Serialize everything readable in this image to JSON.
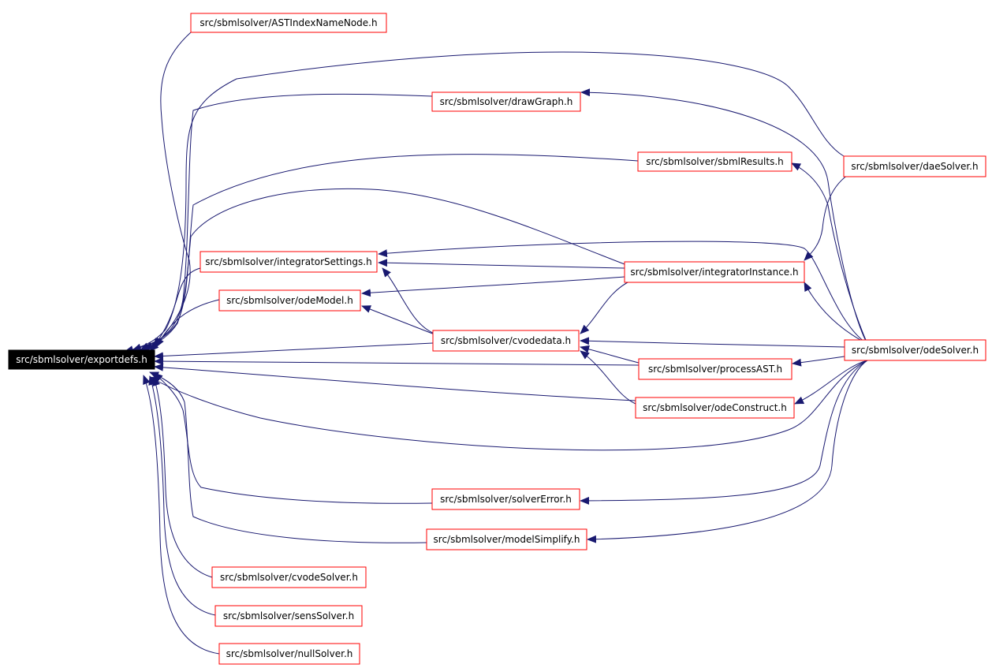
{
  "colors": {
    "edge": "#191970",
    "node_border": "#ff0000",
    "node_fill": "#ffffff",
    "root_fill": "#000000",
    "root_text": "#ffffff"
  },
  "nodes": {
    "exportdefs": "src/sbmlsolver/exportdefs.h",
    "astindex": "src/sbmlsolver/ASTIndexNameNode.h",
    "drawgraph": "src/sbmlsolver/drawGraph.h",
    "sbmlresults": "src/sbmlsolver/sbmlResults.h",
    "daesolver": "src/sbmlsolver/daeSolver.h",
    "intsettings": "src/sbmlsolver/integratorSettings.h",
    "intinstance": "src/sbmlsolver/integratorInstance.h",
    "odemodel": "src/sbmlsolver/odeModel.h",
    "cvodedata": "src/sbmlsolver/cvodedata.h",
    "odesolver": "src/sbmlsolver/odeSolver.h",
    "processast": "src/sbmlsolver/processAST.h",
    "odeconstruct": "src/sbmlsolver/odeConstruct.h",
    "solvererror": "src/sbmlsolver/solverError.h",
    "modelsimplify": "src/sbmlsolver/modelSimplify.h",
    "cvodesolver": "src/sbmlsolver/cvodeSolver.h",
    "senssolver": "src/sbmlsolver/sensSolver.h",
    "nullsolver": "src/sbmlsolver/nullSolver.h"
  }
}
